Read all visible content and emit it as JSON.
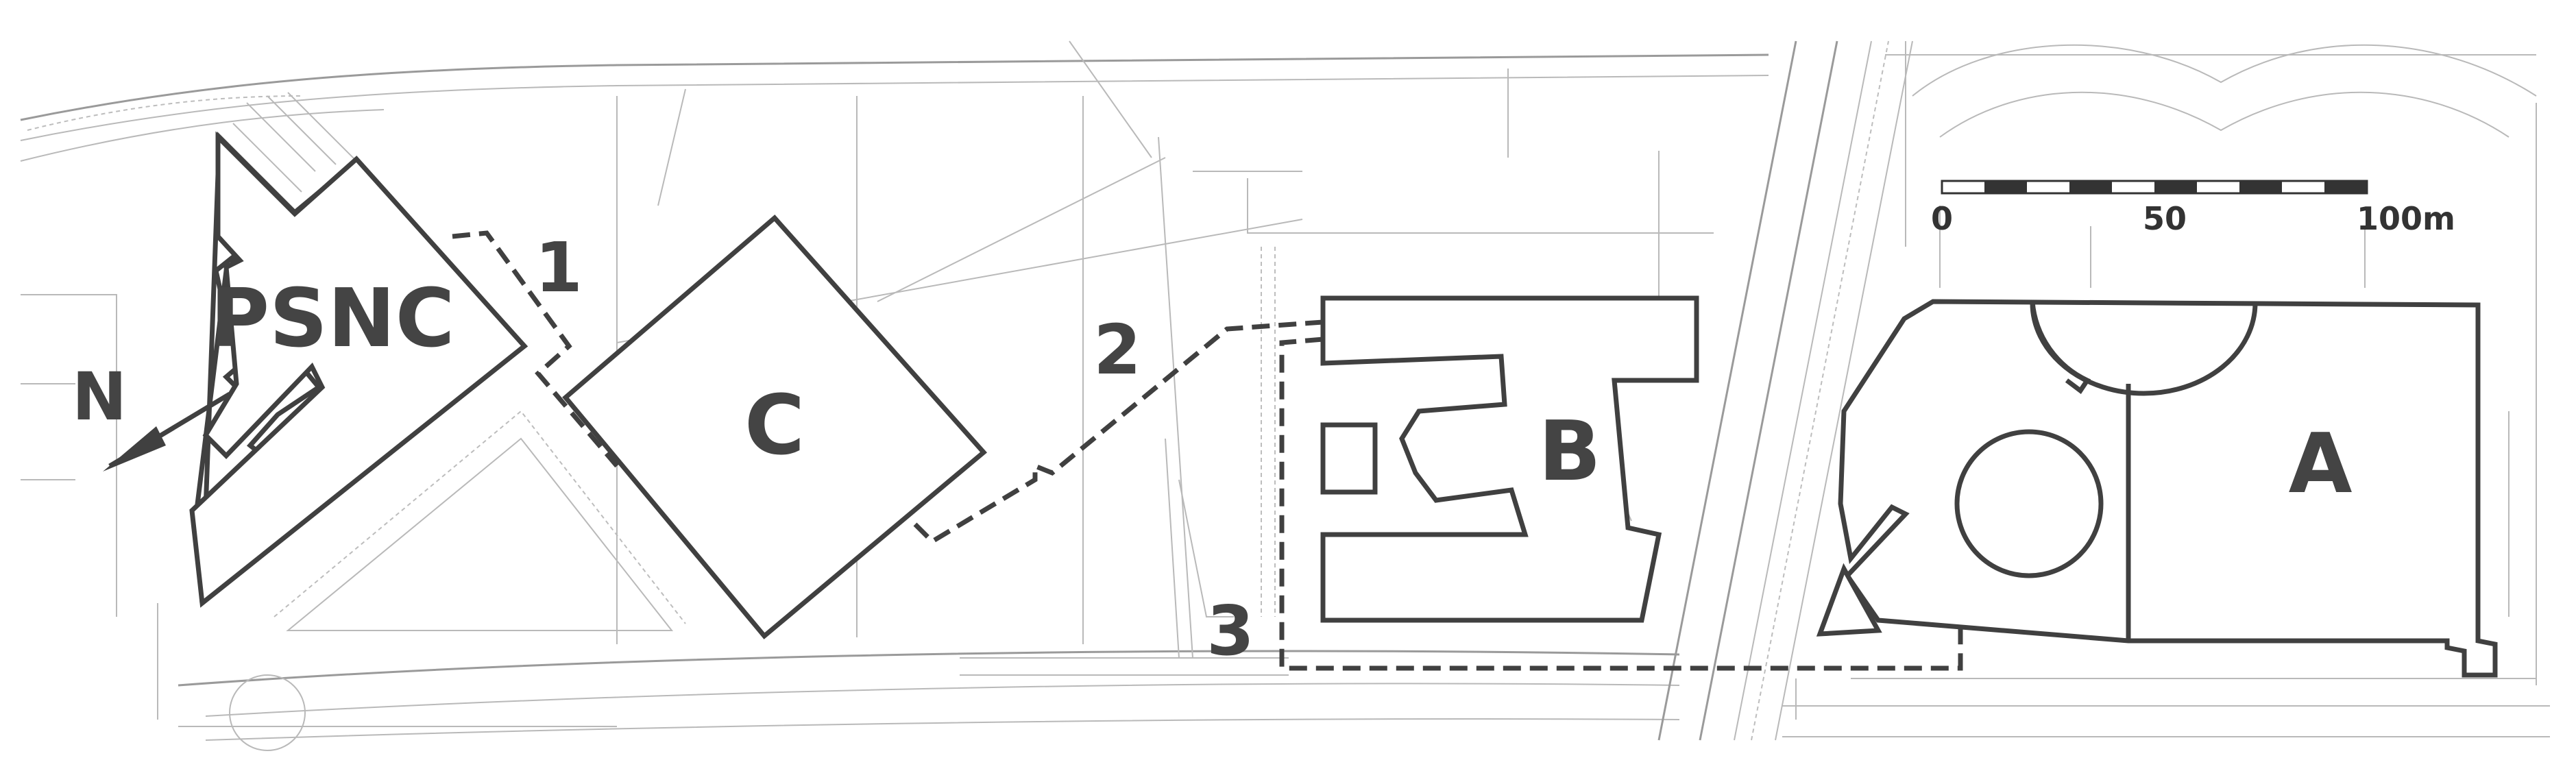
{
  "buildings": {
    "psnc": "PSNC",
    "c": "C",
    "b": "B",
    "a": "A"
  },
  "paths": {
    "p1": "1",
    "p2": "2",
    "p3": "3"
  },
  "north_label": "N",
  "scale_bar": {
    "ticks": [
      "0",
      "50",
      "100m"
    ]
  },
  "colors": {
    "building_outline": "#404040",
    "background_lines": "#b9b9b9",
    "label_text": "#444444"
  }
}
